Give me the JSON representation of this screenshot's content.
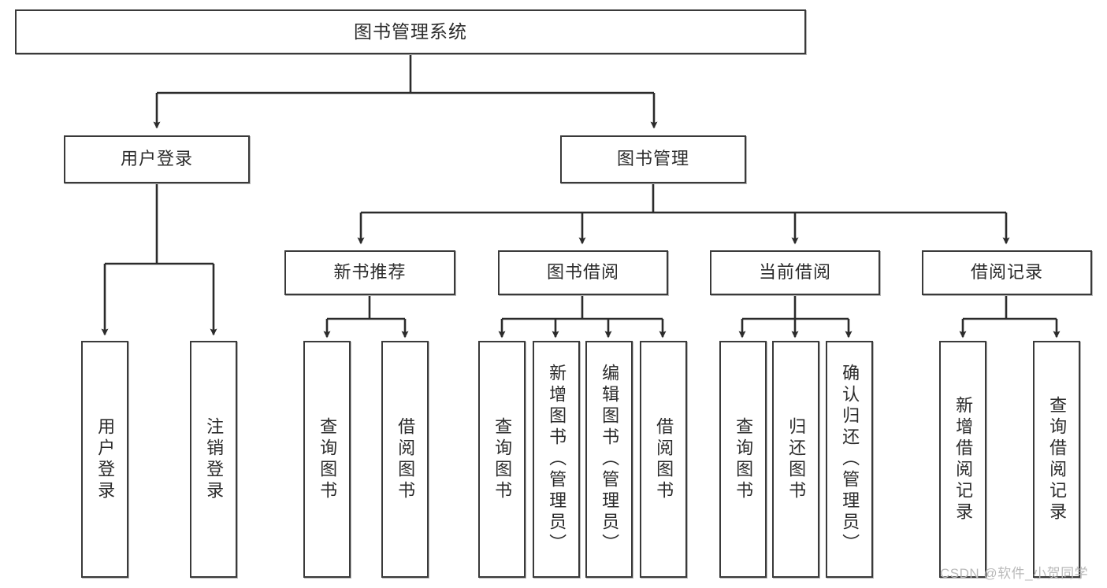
{
  "diagram": {
    "title": "图书管理系统",
    "type": "tree-hierarchy",
    "watermark": "CSDN @软件_小贺同学",
    "style": {
      "border_color": "#3a3a3a",
      "fill_color": "#ffffff",
      "text_color": "#2b2b2b",
      "connector_color": "#2b2b2b",
      "watermark_color": "#b9b9b9"
    },
    "nodes": {
      "root": {
        "label": "图书管理系统"
      },
      "level1": [
        {
          "label": "用户登录"
        },
        {
          "label": "图书管理"
        }
      ],
      "level2": [
        {
          "label": "新书推荐"
        },
        {
          "label": "图书借阅"
        },
        {
          "label": "当前借阅"
        },
        {
          "label": "借阅记录"
        }
      ],
      "leaves": {
        "user_login": [
          {
            "label": "用户登录"
          },
          {
            "label": "注销登录"
          }
        ],
        "new_book_recommend": [
          {
            "label": "查询图书"
          },
          {
            "label": "借阅图书"
          }
        ],
        "book_borrow": [
          {
            "label": "查询图书"
          },
          {
            "label": "新增图书（管理员）"
          },
          {
            "label": "编辑图书（管理员）"
          },
          {
            "label": "借阅图书"
          }
        ],
        "current_borrow": [
          {
            "label": "查询图书"
          },
          {
            "label": "归还图书"
          },
          {
            "label": "确认归还（管理员）"
          }
        ],
        "borrow_record": [
          {
            "label": "新增借阅记录"
          },
          {
            "label": "查询借阅记录"
          }
        ]
      }
    }
  }
}
